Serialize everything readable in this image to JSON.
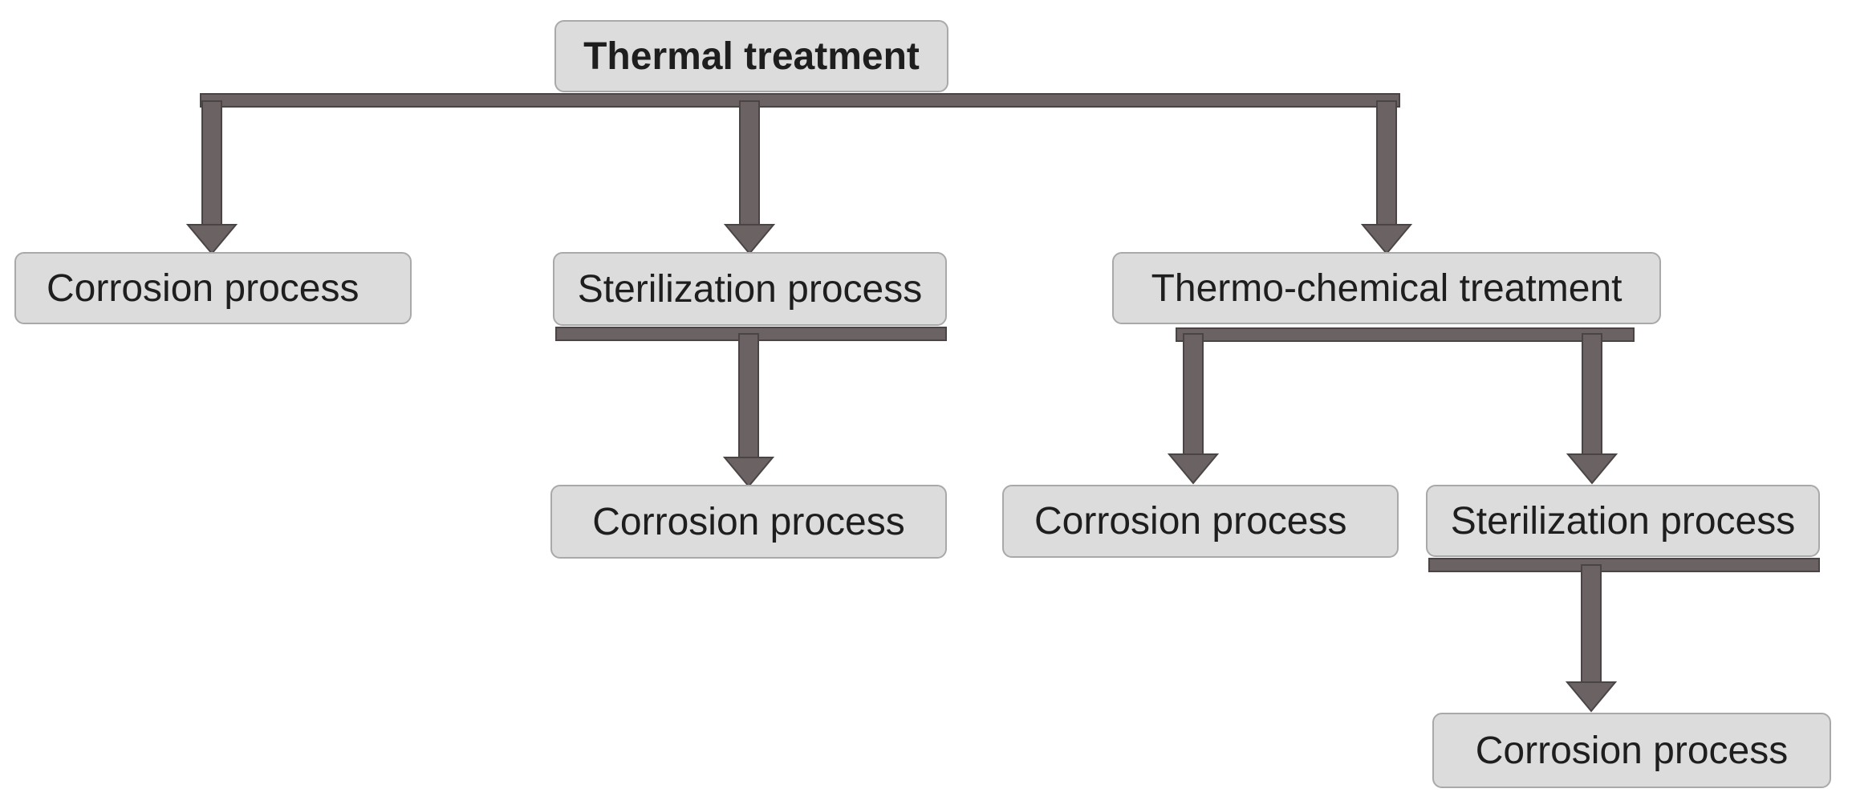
{
  "diagram": {
    "root": {
      "label": "Thermal treatment"
    },
    "level1": [
      {
        "label": "Corrosion process"
      },
      {
        "label": "Sterilization process"
      },
      {
        "label": "Thermo-chemical treatment"
      }
    ],
    "level2": [
      {
        "label": "Corrosion process"
      },
      {
        "label": "Corrosion process"
      },
      {
        "label": "Sterilization process"
      }
    ],
    "level3": [
      {
        "label": "Corrosion process"
      }
    ],
    "colors": {
      "box_fill": "#dcdcdc",
      "box_border": "#a9a9a9",
      "connector": "#6b6363",
      "text": "#1e1e1e"
    }
  }
}
